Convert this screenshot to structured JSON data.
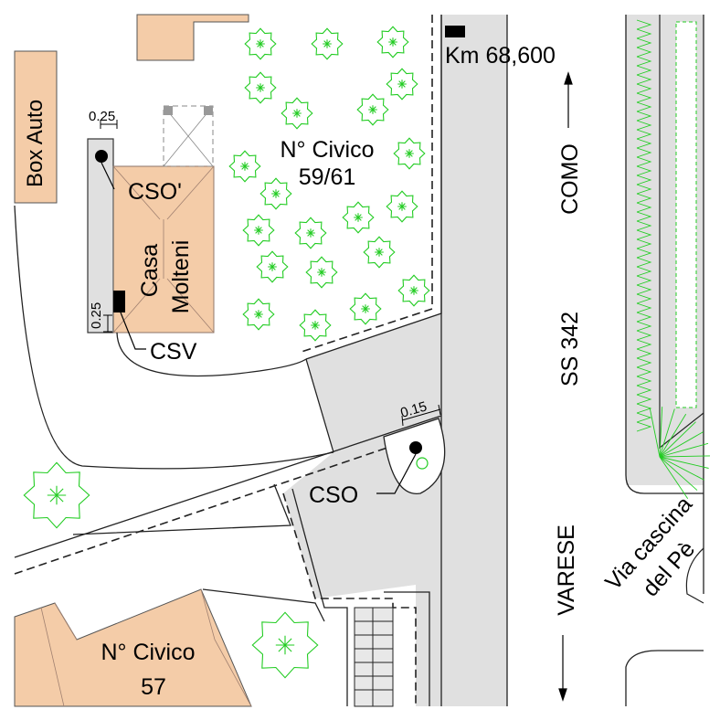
{
  "map": {
    "labels": {
      "km_marker": "Km 68,600",
      "box_auto": "Box Auto",
      "civico_5961_line1": "N° Civico",
      "civico_5961_line2": "59/61",
      "cso_prime": "CSO'",
      "casa_line1": "Casa",
      "casa_line2": "Molteni",
      "csv": "CSV",
      "cso": "CSO",
      "como": "COMO",
      "ss342": "SS 342",
      "varese": "VARESE",
      "via_line1": "Via cascina",
      "via_line2": "del Pè",
      "civico_57_line1": "N° Civico",
      "civico_57_line2": "57"
    },
    "dimensions": {
      "d1": "0.25",
      "d2": "0.25",
      "d3": "0.15"
    },
    "colors": {
      "building": "#f4cca8",
      "road": "#e0e0e0",
      "vegetation": "#22cc22"
    }
  }
}
